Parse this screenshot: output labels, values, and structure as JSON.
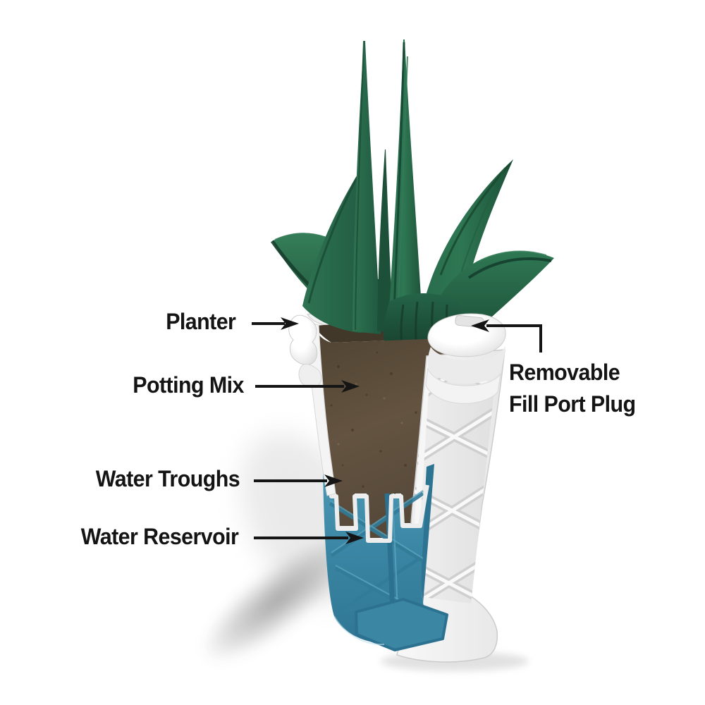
{
  "diagram": {
    "background_color": "#ffffff",
    "labels": {
      "planter": "Planter",
      "potting_mix": "Potting Mix",
      "water_troughs": "Water Troughs",
      "water_reservoir": "Water Reservoir",
      "fill_port_line1": "Removable",
      "fill_port_line2": "Fill Port Plug"
    },
    "colors": {
      "label_text": "#141414",
      "arrow": "#151515",
      "leaf_green": "#2a6b4a",
      "soil_brown": "#5d4c36",
      "reservoir_blue": "#3e8dab",
      "planter_white": "#f5f5f5",
      "shadow_gray": "#9b9b9b"
    }
  }
}
